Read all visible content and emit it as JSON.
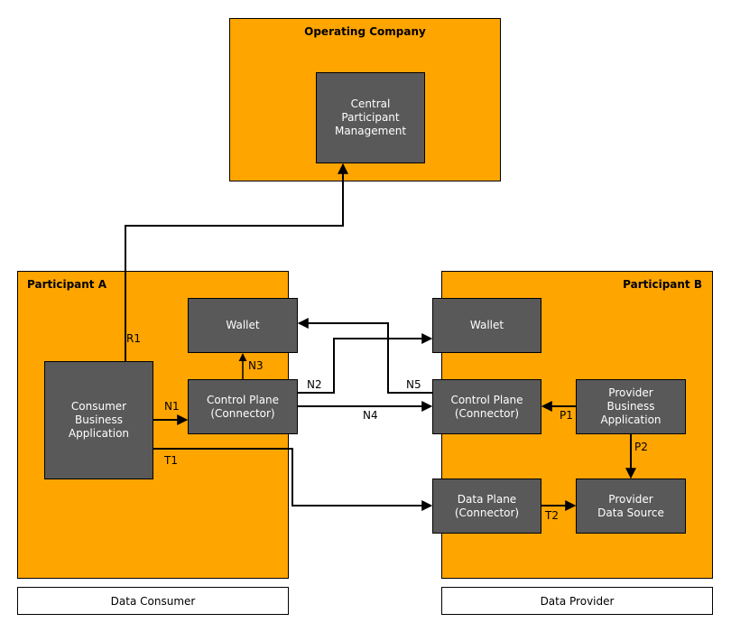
{
  "zones": {
    "operating_company": "Operating Company",
    "participant_a": "Participant A",
    "participant_b": "Participant B"
  },
  "nodes": {
    "central_participant_management": "Central\nParticipant\nManagement",
    "wallet_a": "Wallet",
    "consumer_business_application": "Consumer\nBusiness\nApplication",
    "control_plane_a": "Control Plane\n(Connector)",
    "wallet_b": "Wallet",
    "control_plane_b": "Control Plane\n(Connector)",
    "provider_business_application": "Provider\nBusiness\nApplication",
    "data_plane_b": "Data Plane\n(Connector)",
    "provider_data_source": "Provider\nData Source"
  },
  "footers": {
    "data_consumer": "Data Consumer",
    "data_provider": "Data Provider"
  },
  "edges": {
    "r1": "R1",
    "n1": "N1",
    "n2": "N2",
    "n3": "N3",
    "n4": "N4",
    "n5": "N5",
    "t1": "T1",
    "t2": "T2",
    "p1": "P1",
    "p2": "P2"
  },
  "colors": {
    "zone_fill": "#FFA500",
    "node_fill": "#595959",
    "node_text": "#FFFFFF",
    "line": "#000000"
  }
}
